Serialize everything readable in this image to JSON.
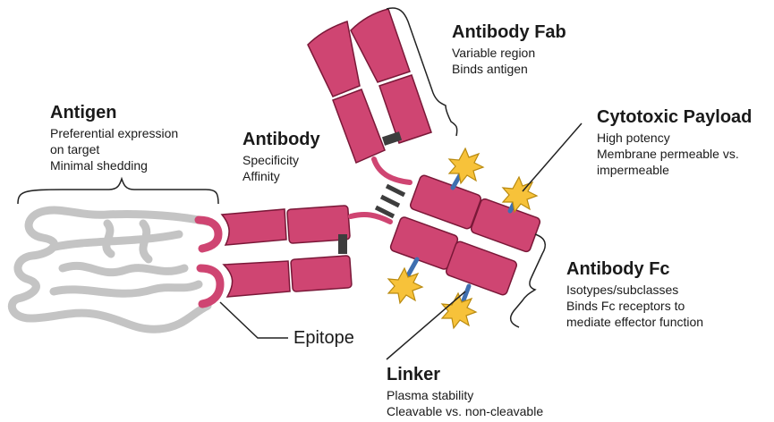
{
  "labels": {
    "antigen": {
      "title": "Antigen",
      "lines": [
        "Preferential expression",
        "on target",
        "Minimal shedding"
      ]
    },
    "antibody": {
      "title": "Antibody",
      "lines": [
        "Specificity",
        "Affinity"
      ]
    },
    "fab": {
      "title": "Antibody Fab",
      "lines": [
        "Variable region",
        "Binds antigen"
      ]
    },
    "payload": {
      "title": "Cytotoxic Payload",
      "lines": [
        "High potency",
        "Membrane permeable vs.",
        "impermeable"
      ]
    },
    "fc": {
      "title": "Antibody Fc",
      "lines": [
        "Isotypes/subclasses",
        "Binds Fc receptors to",
        "mediate effector function"
      ]
    },
    "linker": {
      "title": "Linker",
      "lines": [
        "Plasma stability",
        "Cleavable vs. non-cleavable"
      ]
    },
    "epitope": {
      "title": "Epitope"
    }
  },
  "colors": {
    "domain_fill": "#cf4572",
    "domain_stroke": "#7a1838",
    "hinge": "#cf4572",
    "disulfide": "#3d3d3d",
    "antigen": "#c4c4c4",
    "epitope": "#cf4572",
    "linker": "#3f6fb0",
    "payload_fill": "#f7c23a",
    "payload_stroke": "#b98a10",
    "leader": "#222222"
  }
}
